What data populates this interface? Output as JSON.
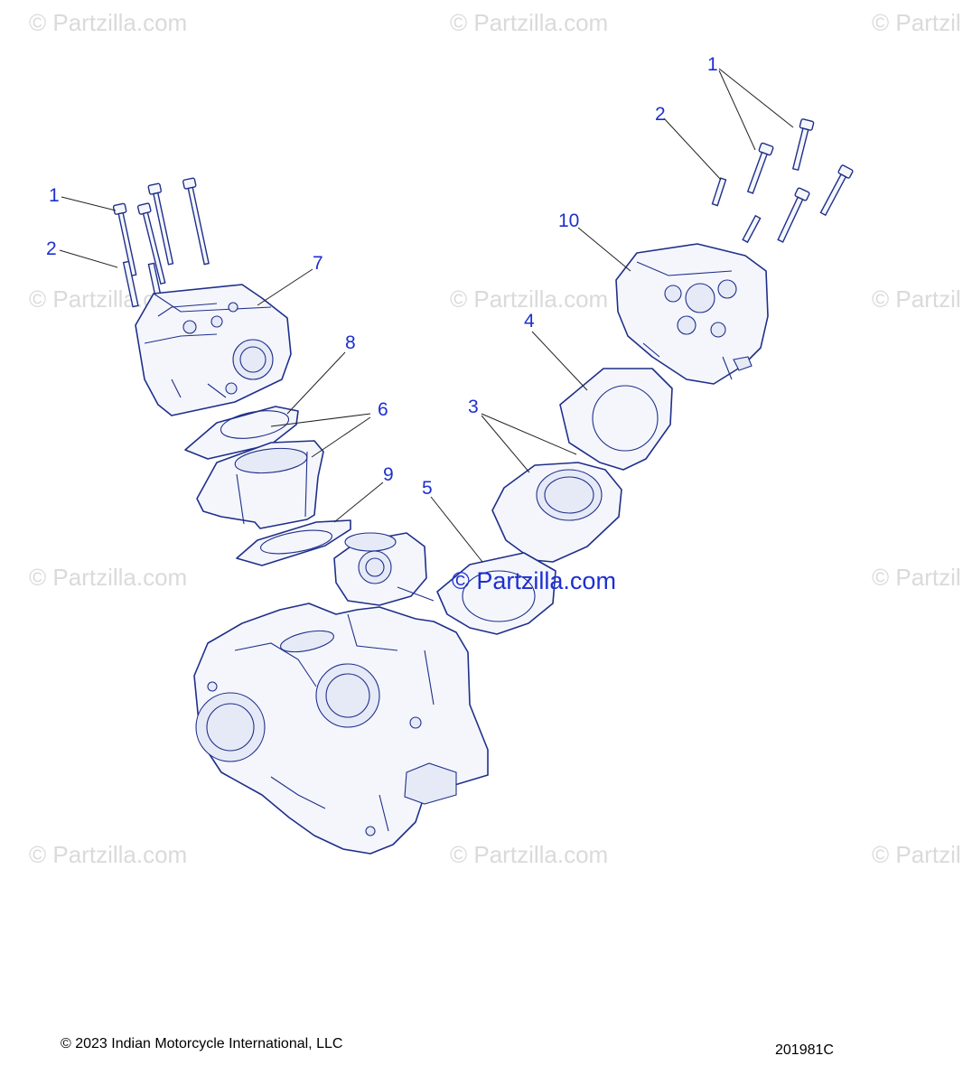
{
  "watermark": {
    "text": "© Partzilla.com",
    "short_text": "© Partzil"
  },
  "center_watermark": "© Partzilla.com",
  "callouts": {
    "c1_left": "1",
    "c2_left": "2",
    "c7": "7",
    "c8": "8",
    "c6": "6",
    "c9": "9",
    "c5": "5",
    "c3": "3",
    "c4": "4",
    "c10": "10",
    "c1_right": "1",
    "c2_right": "2"
  },
  "footer": {
    "copyright": "© 2023 Indian Motorcycle International, LLC",
    "drawing_number": "201981C"
  },
  "colors": {
    "callout": "#1d2fd0",
    "line_art": "#1f2f8a",
    "watermark": "#dadada"
  }
}
